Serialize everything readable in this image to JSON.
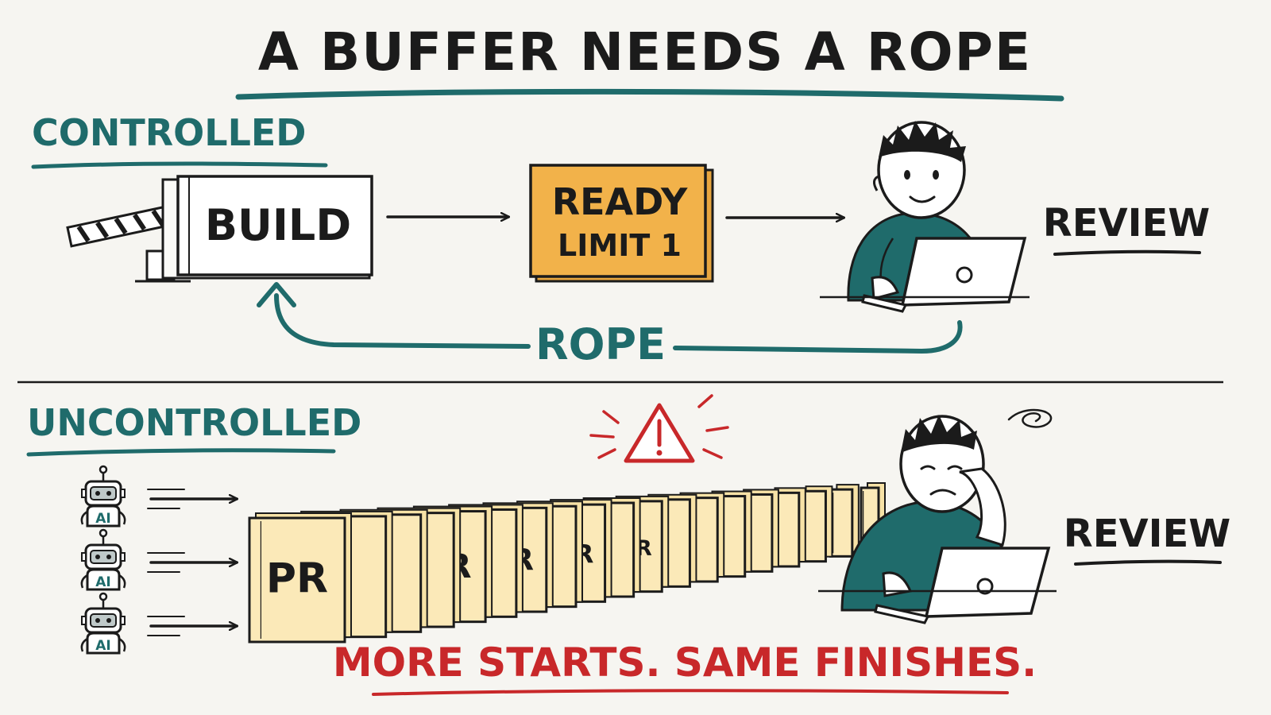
{
  "title": "A BUFFER NEEDS A ROPE",
  "colors": {
    "ink": "#1b1b1b",
    "teal": "#1f6b6b",
    "orange": "#f2b24a",
    "paper_yellow": "#f7e2a6",
    "red": "#c8282a",
    "background": "#f6f5f1"
  },
  "controlled": {
    "heading": "CONTROLLED",
    "build_label": "BUILD",
    "ready_label": "READY",
    "limit_label": "LIMIT 1",
    "rope_label": "ROPE",
    "review_label": "REVIEW"
  },
  "uncontrolled": {
    "heading": "UNCONTROLLED",
    "agent_label": "AI",
    "agent_count": 3,
    "pr_label": "PR",
    "pr_count": 19,
    "review_label": "REVIEW",
    "warning_icon": "warning-triangle-icon",
    "tagline": "MORE STARTS. SAME FINISHES."
  }
}
